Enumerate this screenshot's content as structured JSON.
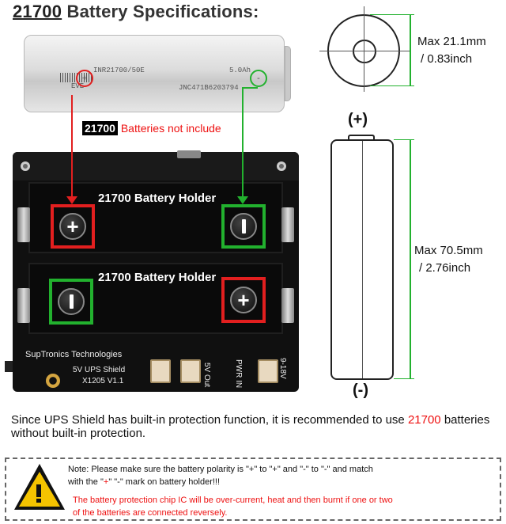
{
  "title": {
    "highlight": "21700",
    "rest": " Battery Specifications:"
  },
  "battery": {
    "model": "INR21700/50E",
    "capacity": "5.0Ah",
    "brand": "EVE",
    "serial": "JNC471B6203794",
    "plus_mark": "+",
    "minus_mark": "-"
  },
  "not_included": {
    "tag": "21700",
    "text": "Batteries not include"
  },
  "board": {
    "holder_label_top": "21700 Battery Holder",
    "holder_label_bottom": "21700 Battery Holder",
    "brand": "SupTronics Technologies",
    "model_line1": "5V UPS Shield",
    "model_line2": "X1205 V1.1",
    "out_label": "5V Out",
    "pwr_label": "PWR IN",
    "volt_label": "9-18V"
  },
  "diagram": {
    "diameter_line1": "Max 21.1mm",
    "diameter_line2": "/ 0.83inch",
    "length_line1": "Max 70.5mm",
    "length_line2": "/ 2.76inch",
    "positive": "(+)",
    "negative": "(-)"
  },
  "note": {
    "part1": "Since UPS Shield has built-in protection function, it is recommended to use ",
    "red": "21700",
    "part2": " batteries without built-in protection."
  },
  "warning": {
    "line1": "Note: Please make sure the battery polarity is \"+\" to \"+\" and \"-\" to \"-\" and match",
    "line2_a": "with the \"",
    "line2_plus": "+",
    "line2_b": "\" \"-\" mark on battery holder!!!",
    "line3": "The battery protection chip IC will be over-current, heat and then burnt if one or two",
    "line4": "of the batteries are connected reversely."
  }
}
